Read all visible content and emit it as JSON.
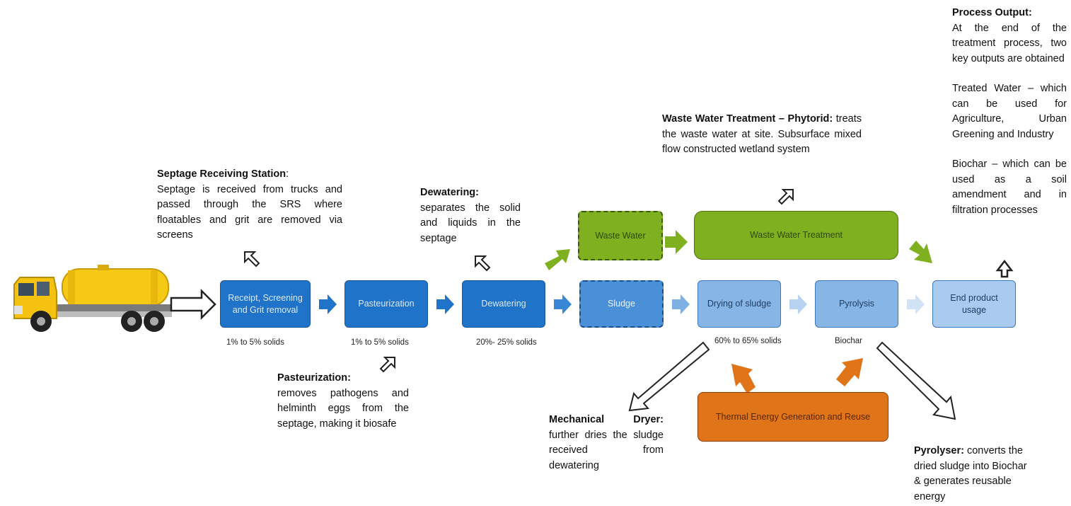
{
  "notes": {
    "srs_title": "Septage Receiving Station",
    "srs_colon": ":",
    "srs_body": "Septage is received from trucks and passed through the SRS where floatables and grit are removed via screens",
    "dewatering_title": "Dewatering:",
    "dewatering_body": "separates the solid and liquids in the septage",
    "wwt_title": "Waste Water Treatment – Phytorid:",
    "wwt_body": "treats the waste water at site. Subsurface mixed flow constructed wetland system",
    "output_title": "Process Output:",
    "output_intro": "At the end of the treatment process, two key outputs are obtained",
    "output_water": "Treated Water – which can be used for Agriculture, Urban Greening and Industry",
    "output_biochar": "Biochar – which can be used as a soil amendment and in filtration processes",
    "pasteur_title": "Pasteurization:",
    "pasteur_body": "removes pathogens and helminth eggs from the septage, making it biosafe",
    "dryer_title": "Mechanical Dryer:",
    "dryer_body": "further dries the sludge received from dewatering",
    "pyro_title": "Pyrolyser:",
    "pyro_body": "converts the dried sludge into Biochar & generates reusable energy"
  },
  "boxes": {
    "receipt": "Receipt, Screening and Grit removal",
    "pasteurization": "Pasteurization",
    "dewatering": "Dewatering",
    "sludge": "Sludge",
    "drying": "Drying of sludge",
    "pyrolysis": "Pyrolysis",
    "end_product": "End product usage",
    "waste_water": "Waste Water",
    "wwt": "Waste Water Treatment",
    "thermal": "Thermal Energy Generation and Reuse"
  },
  "solids": {
    "s1": "1% to 5% solids",
    "s2": "1% to 5% solids",
    "s3": "20%- 25% solids",
    "s4": "60% to 65% solids",
    "s5": "Biochar"
  },
  "colors": {
    "dark_blue": "#1f73c9",
    "mid_blue": "#4a90d9",
    "light_blue": "#86b5e6",
    "green": "#7fb01f",
    "orange": "#e07418"
  }
}
